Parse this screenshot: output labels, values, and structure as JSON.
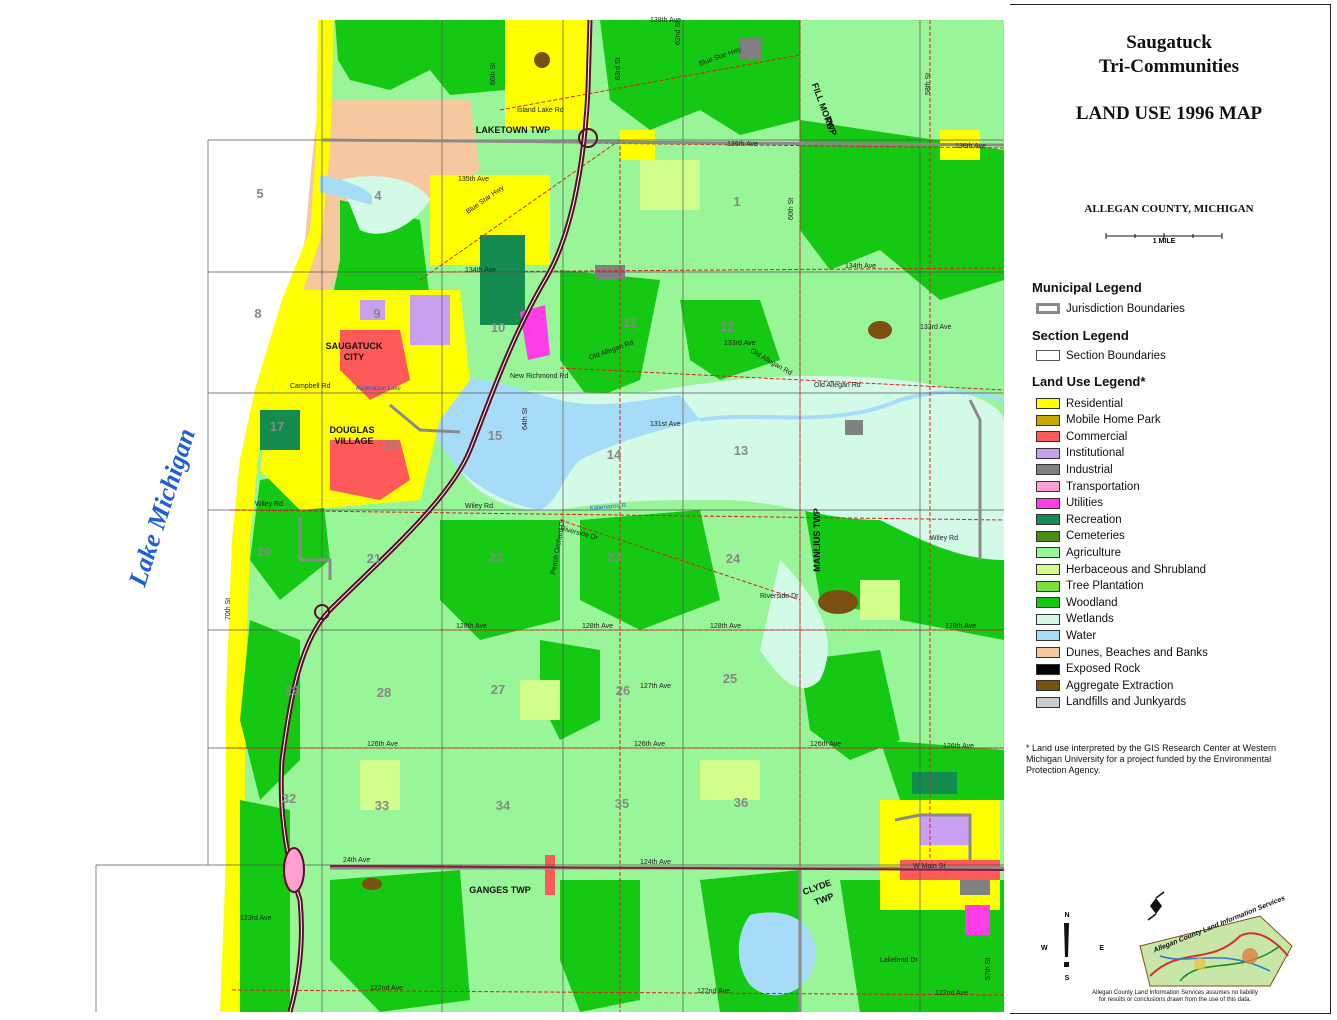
{
  "title_line1": "Saugatuck",
  "title_line2": "Tri-Communities",
  "map_title": "LAND USE 1996 MAP",
  "county": "ALLEGAN COUNTY, MICHIGAN",
  "scale_label": "1 MILE",
  "municipal_legend": {
    "heading": "Municipal Legend",
    "item": "Jurisdiction Boundaries"
  },
  "section_legend": {
    "heading": "Section Legend",
    "item": "Section Boundaries"
  },
  "land_use_legend": {
    "heading": "Land Use Legend*",
    "items": [
      {
        "label": "Residential",
        "color": "#ffff00"
      },
      {
        "label": "Mobile Home Park",
        "color": "#c8a800"
      },
      {
        "label": "Commercial",
        "color": "#ff5a5a"
      },
      {
        "label": "Institutional",
        "color": "#c9a0f0"
      },
      {
        "label": "Industrial",
        "color": "#808080"
      },
      {
        "label": "Transportation",
        "color": "#ff9ed1"
      },
      {
        "label": "Utilities",
        "color": "#ff3ee6"
      },
      {
        "label": "Recreation",
        "color": "#148c50"
      },
      {
        "label": "Cemeteries",
        "color": "#4a8a18"
      },
      {
        "label": "Agriculture",
        "color": "#98f598"
      },
      {
        "label": "Herbaceous and Shrubland",
        "color": "#d2ff8c"
      },
      {
        "label": "Tree Plantation",
        "color": "#7ee03c"
      },
      {
        "label": "Woodland",
        "color": "#14c814"
      },
      {
        "label": "Wetlands",
        "color": "#d2fae6"
      },
      {
        "label": "Water",
        "color": "#a6dcf8"
      },
      {
        "label": "Dunes, Beaches and Banks",
        "color": "#f5c8a0"
      },
      {
        "label": "Exposed Rock",
        "color": "#000000"
      },
      {
        "label": "Aggregate Extraction",
        "color": "#7a5010"
      },
      {
        "label": "Landfills and Junkyards",
        "color": "#cccccc"
      }
    ]
  },
  "footnote": "* Land use interpreted by the GIS Research Center at Western Michigan University for a project funded by the Environmental Protection Agency.",
  "compass": {
    "n": "N",
    "s": "S",
    "e": "E",
    "w": "W"
  },
  "logo_text": "Allegan County Land Information Services",
  "disclaimer_line1": "Allegan County Land Information Services assumes no liability",
  "disclaimer_line2": "for results or conclusions drawn from the use of this data.",
  "map": {
    "lake_label": "Lake Michigan",
    "places": {
      "laketown": "LAKETOWN TWP",
      "fillmore1": "FILL MORE",
      "fillmore2": "TWP",
      "saugatuck1": "SAUGATUCK",
      "saugatuck2": "CITY",
      "douglas1": "DOUGLAS",
      "douglas2": "VILLAGE",
      "manlius": "MANLIUS TWP",
      "ganges": "GANGES TWP",
      "clyde1": "CLYDE",
      "clyde2": "TWP"
    },
    "sections": {
      "s1": "1",
      "s4": "4",
      "s5": "5",
      "s8": "8",
      "s9": "9",
      "s10": "10",
      "s11": "11",
      "s12": "12",
      "s13": "13",
      "s14": "14",
      "s15": "15",
      "s16": "16",
      "s17": "17",
      "s20": "20",
      "s21": "21",
      "s22": "22",
      "s23": "23",
      "s24": "24",
      "s25": "25",
      "s26": "26",
      "s27": "27",
      "s28": "28",
      "s29": "29",
      "s32": "32",
      "s33": "33",
      "s34": "34",
      "s35": "35",
      "s36": "36"
    },
    "roads": {
      "ave138": "138th Ave",
      "ave136a": "136th Ave",
      "ave136b": "136th Ave",
      "ave135": "135th Ave",
      "ave134a": "134th Ave",
      "ave134b": "134th Ave",
      "ave133": "133rd Ave",
      "ave133b": "133rd Ave",
      "ave131": "131st Ave",
      "ave128a": "128th Ave",
      "ave128b": "128th Ave",
      "ave128c": "128th Ave",
      "ave128d": "128th Ave",
      "ave127": "127th Ave",
      "ave126a": "126th Ave",
      "ave126b": "126th Ave",
      "ave126c": "126th Ave",
      "ave126d": "126th Ave",
      "ave124": "124th Ave",
      "ave124b": "24th Ave",
      "ave123": "123rd Ave",
      "ave122a": "122nd Ave",
      "ave122b": "122nd Ave",
      "ave122c": "122nd Ave",
      "oldallegan1": "Old Allegan Rd",
      "oldallegan2": "Old Allegan Rd",
      "oldallegan3": "Old Allegan Rd",
      "wiley1": "Wiley Rd",
      "wiley2": "Wiley Rd",
      "wiley3": "Wiley Rd",
      "riverside1": "Riverside Dr",
      "riverside2": "Riverside Dr",
      "bluestar": "Blue Star Hwy",
      "bluestar2": "Blue Star Hwy",
      "islandlake": "Island Lake Rd",
      "st66": "66th St",
      "st64": "64th St",
      "st63": "63rd St",
      "st62": "62nd St",
      "st60": "60th St",
      "st58": "58th St",
      "st57": "57th St",
      "st70": "70th St",
      "peach": "Peach Orchard Dr",
      "wmain": "W Main St",
      "lakeland": "Lakeland Dr",
      "campbell": "Campbell Rd",
      "newrichmond": "New Richmond Rd"
    },
    "water_labels": {
      "kalamazoo_lake": "Kalamazoo Lake",
      "kalamazoo_river": "Kalamazoo R."
    }
  }
}
